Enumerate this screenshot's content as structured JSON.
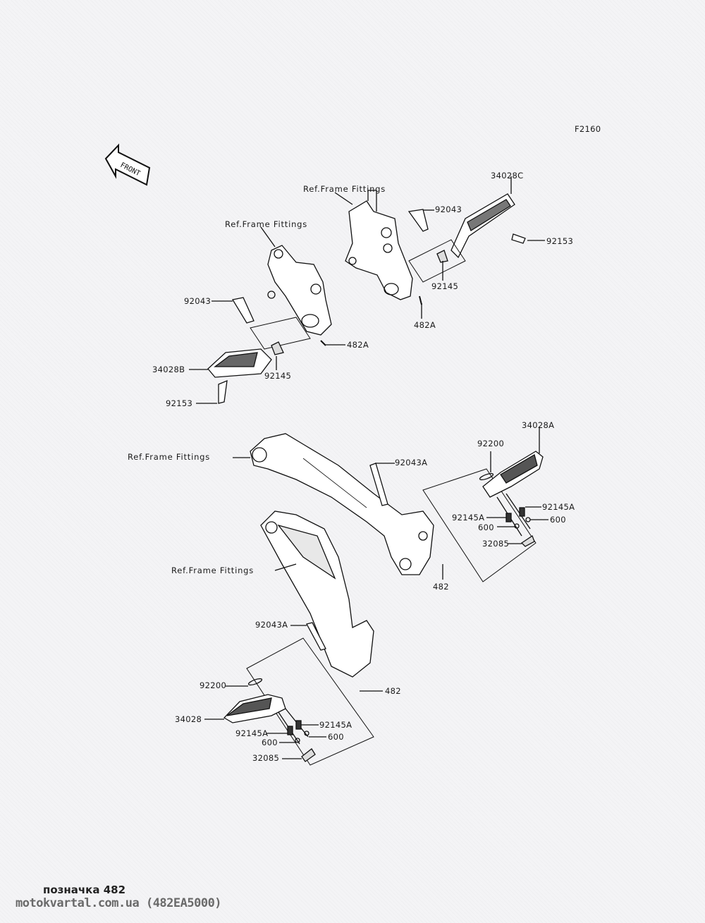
{
  "diagram_code": "F2160",
  "front_marker": "FRONT",
  "labels": {
    "ref_top_right": "Ref.Frame Fittings",
    "p92043_top_right": "92043",
    "p34028C": "34028C",
    "p92153_top_right": "92153",
    "ref_top_left": "Ref.Frame Fittings",
    "p92145_top_right": "92145",
    "p482A_top_right": "482A",
    "p92043_top_left": "92043",
    "p482A_top_left": "482A",
    "p34028B": "34028B",
    "p92145_top_left": "92145",
    "p92153_top_left": "92153",
    "p34028A": "34028A",
    "p92200_right": "92200",
    "ref_mid": "Ref.Frame Fittings",
    "p92043A_right": "92043A",
    "p92145A_right_a": "92145A",
    "p92145A_right_b": "92145A",
    "p600_right_a": "600",
    "p600_right_b": "600",
    "p32085_right": "32085",
    "ref_lower": "Ref.Frame Fittings",
    "p482_right": "482",
    "p92043A_left": "92043A",
    "p92200_left": "92200",
    "p482_left": "482",
    "p34028": "34028",
    "p92145A_left_a": "92145A",
    "p92145A_left_b": "92145A",
    "p600_left_a": "600",
    "p600_left_b": "600",
    "p32085_left": "32085"
  },
  "footer": {
    "note": "позначка 482",
    "source": "motokvartal.com.ua (482EA5000)"
  }
}
